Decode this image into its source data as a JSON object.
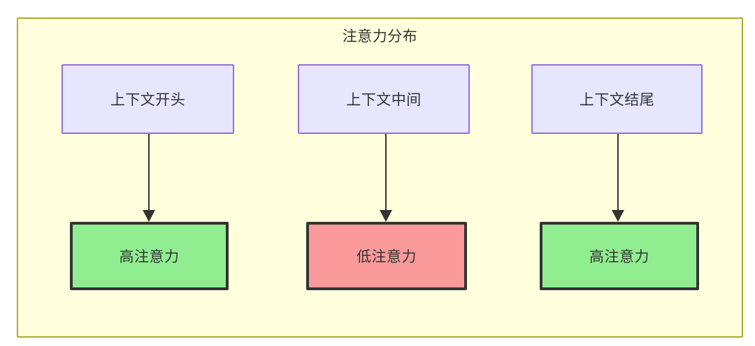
{
  "diagram": {
    "title": "注意力分布",
    "container": {
      "name": "attention-distribution-group",
      "fill": "#ffffdd",
      "border_color": "#aaaa33"
    },
    "colors": {
      "top_node_fill": "#e6e6ff",
      "top_node_border": "#9370db",
      "high_attention_fill": "#90ee90",
      "low_attention_fill": "#fa9a9a",
      "node_border_dark": "#333333",
      "edge_color": "#333333",
      "text_color": "#333333"
    },
    "nodes": {
      "top": [
        {
          "id": "context-start",
          "label": "上下文开头"
        },
        {
          "id": "context-middle",
          "label": "上下文中间"
        },
        {
          "id": "context-end",
          "label": "上下文结尾"
        }
      ],
      "bottom": [
        {
          "id": "high-attention-start",
          "label": "高注意力",
          "level": "high"
        },
        {
          "id": "low-attention-middle",
          "label": "低注意力",
          "level": "low"
        },
        {
          "id": "high-attention-end",
          "label": "高注意力",
          "level": "high"
        }
      ]
    },
    "edges": [
      {
        "from": "context-start",
        "to": "high-attention-start",
        "label": ""
      },
      {
        "from": "context-middle",
        "to": "low-attention-middle",
        "label": ""
      },
      {
        "from": "context-end",
        "to": "high-attention-end",
        "label": ""
      }
    ]
  }
}
